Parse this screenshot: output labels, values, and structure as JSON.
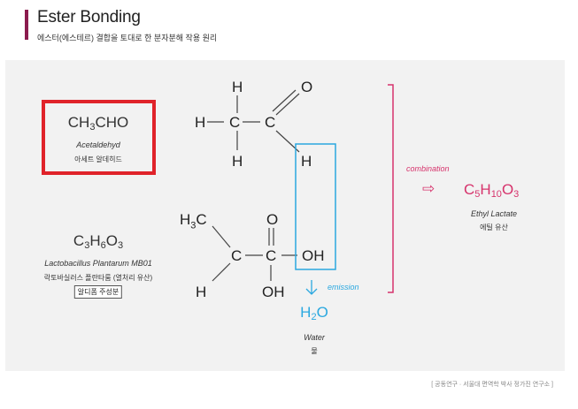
{
  "header": {
    "title": "Ester Bonding",
    "subtitle": "에스터(에스테르) 결합을 토대로 한 분자분해 작용 원리"
  },
  "acetaldehyde": {
    "formula_parts": [
      "CH",
      "3",
      "CHO"
    ],
    "name_en": "Acetaldehyd",
    "name_ko": "아세트 알데히드"
  },
  "lactic": {
    "formula_parts": [
      "C",
      "3",
      "H",
      "6",
      "O",
      "3"
    ],
    "name_en": "Lactobacillus Plantarum MB01",
    "name_ko": "락토바실러스 플란타룸 (열처리 유산)",
    "badge": "알디폼 주성분"
  },
  "structure_top": {
    "atoms": {
      "h_top": "H",
      "o_top": "O",
      "h_left": "H",
      "c1": "C",
      "c2": "C",
      "h_bottom": "H",
      "h_boxed": "H"
    }
  },
  "structure_bottom": {
    "atoms": {
      "h3c": "H",
      "h3c_sub": "3",
      "h3c_c": "C",
      "o_top": "O",
      "c1": "C",
      "c2": "C",
      "oh_boxed": "OH",
      "h_left": "H",
      "oh_bottom": "OH"
    }
  },
  "emission": {
    "label": "emission",
    "product_parts": [
      "H",
      "2",
      "O"
    ],
    "name_en": "Water",
    "name_ko": "물"
  },
  "combination": {
    "label": "combination",
    "arrow": "⇨",
    "product_parts": [
      "C",
      "5",
      "H",
      "10",
      "O",
      "3"
    ],
    "name_en": "Ethyl Lactate",
    "name_ko": "에틸 유산"
  },
  "footer": "[ 공동연구 · 서울대 면역학 박사 정가진 연구소 ]",
  "colors": {
    "accent": "#8b1b4e",
    "highlight_red": "#e0232a",
    "pink": "#d6336c",
    "blue": "#2aa8e0"
  }
}
